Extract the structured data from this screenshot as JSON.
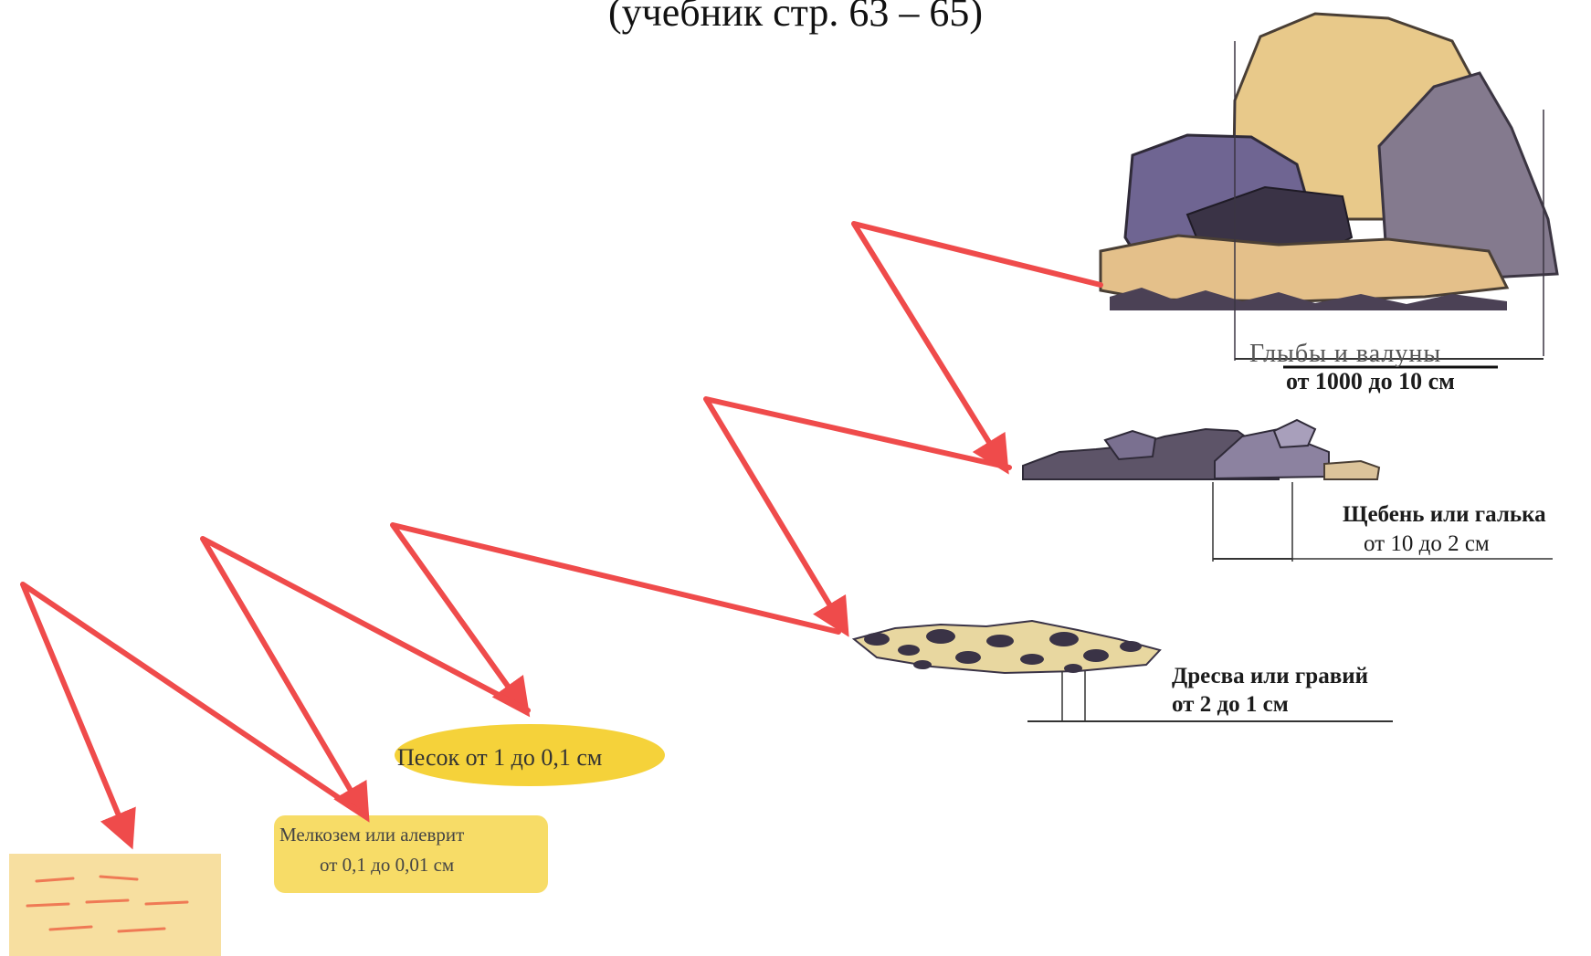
{
  "reference_note": "(учебник стр. 63 – 65)",
  "fractions": {
    "boulders": {
      "name": "Глыбы и валуны",
      "range": "от 1000 до 10 см"
    },
    "gravel": {
      "name": "Щебень или галька",
      "range": "от 10 до 2 см"
    },
    "grus": {
      "name": "Дресва или гравий",
      "range": "от 2 до 1 см"
    },
    "sand": {
      "name": "Песок от 1 до 0,1 см"
    },
    "silt": {
      "name": "Мелкозем или алеврит",
      "range": "от 0,1 до 0,01 см"
    }
  },
  "colors": {
    "arrow": "#ef4b4b",
    "rock_purple": "#6f6592",
    "rock_dark": "#3a3346",
    "rock_tan": "#e6c88a",
    "sand_yellow": "#f5d23a",
    "silt_patch": "#f7dfa0"
  }
}
